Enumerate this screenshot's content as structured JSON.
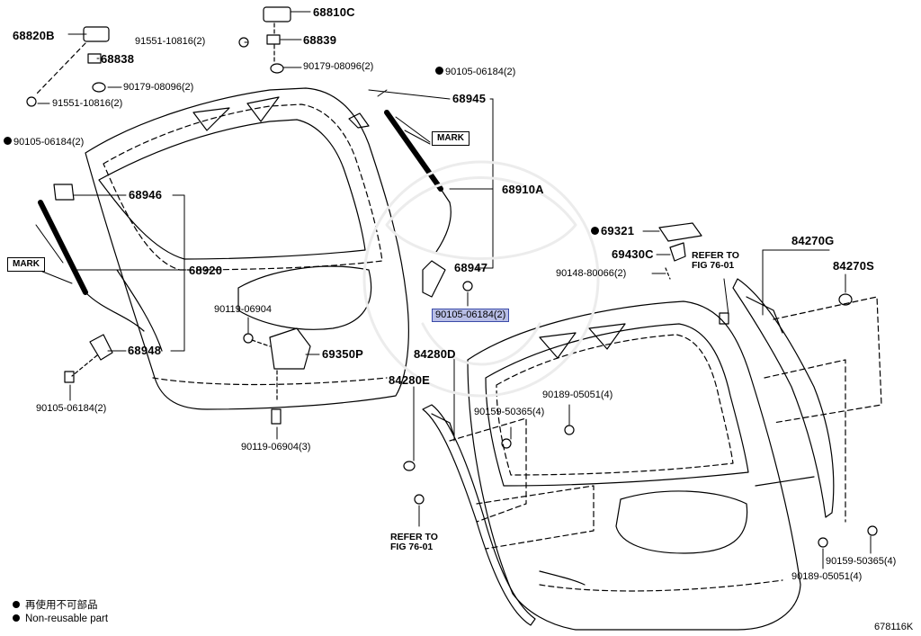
{
  "labels": {
    "p68820B": "68820B",
    "p68810C": "68810C",
    "p68839": "68839",
    "p68838": "68838",
    "p91551_a": "91551-10816(2)",
    "p91551_b": "91551-10816(2)",
    "p90179_a": "90179-08096(2)",
    "p90179_b": "90179-08096(2)",
    "p90105_top": "90105-06184(2)",
    "p68945": "68945",
    "mark_right": "MARK",
    "p90105_left": "90105-06184(2)",
    "p68946": "68946",
    "p68910A": "68910A",
    "mark_left": "MARK",
    "p68920": "68920",
    "p68947": "68947",
    "p90105_hl": "90105-06184(2)",
    "p90119_a": "90119-06904",
    "p69350P": "69350P",
    "p68948": "68948",
    "p90105_bl": "90105-06184(2)",
    "p90119_b": "90119-06904(3)",
    "p69321": "69321",
    "p69430C": "69430C",
    "p90148": "90148-80066(2)",
    "refer1_a": "REFER TO",
    "refer1_b": "FIG 76-01",
    "p84270G": "84270G",
    "p84270S": "84270S",
    "p84280D": "84280D",
    "p84280E": "84280E",
    "p90189_a": "90189-05051(4)",
    "p90159_a": "90159-50365(4)",
    "refer2_a": "REFER TO",
    "refer2_b": "FIG 76-01",
    "p90159_b": "90159-50365(4)",
    "p90189_b": "90189-05051(4)"
  },
  "legend": {
    "jp": "再使用不可部品",
    "en": "Non-reusable part"
  },
  "diagram_id": "678116K",
  "highlight_color": "#b8bee6"
}
